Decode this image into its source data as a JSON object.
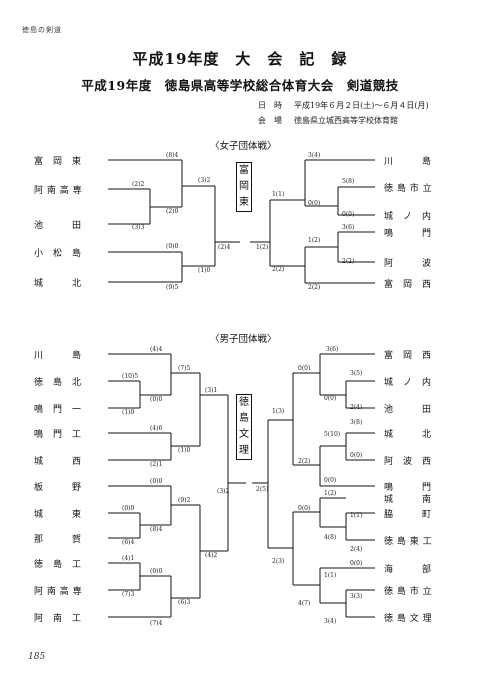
{
  "header_tag": "徳島の剣道",
  "title": "平成19年度　大　会　記　録",
  "subtitle": "平成19年度　徳島県高等学校総合体育大会　剣道競技",
  "date": {
    "label": "日　時",
    "value": "平成19年６月２日(土)～６月４日(月)"
  },
  "venue": {
    "label": "会　場",
    "value": "徳島県立城西高等学校体育館"
  },
  "women": {
    "heading": "〈女子団体戦〉",
    "champion": [
      "富",
      "岡",
      "東"
    ],
    "left_teams": [
      "富　岡　東",
      "阿 南 高 専",
      "池　　　田",
      "小　松　島",
      "城　　　北"
    ],
    "right_teams": [
      "川　　　島",
      "徳 島 市 立",
      "城　ノ　内",
      "鳴　　　門",
      "阿　　　波",
      "富　岡　西"
    ],
    "scores": {
      "s1": "(8)4",
      "s2": "(2)2",
      "s3": "(2)0",
      "s4": "(3)3",
      "s5": "(3)2",
      "s6": "(0)0",
      "s7": "(1)0",
      "s8": "(9)5",
      "s9": "(2)4",
      "s10": "1(2)",
      "s11": "3(4)",
      "s12": "1(1)",
      "s13": "5(8)",
      "s14": "0(0)",
      "s15": "0(0)",
      "s16": "3(6)",
      "s17": "1(2)",
      "s18": "2(2)",
      "s19": "2(2)",
      "s20": "2(2)"
    }
  },
  "men": {
    "heading": "〈男子団体戦〉",
    "champion": [
      "徳",
      "島",
      "文",
      "理"
    ],
    "left_teams": [
      "川　　　島",
      "徳　島　北",
      "鳴　門　一",
      "鳴　門　工",
      "城　　　西",
      "板　　　野",
      "城　　　東",
      "那　　　賀",
      "徳　島　工",
      "阿 南 高 専",
      "阿　南　工"
    ],
    "right_teams": [
      "富　岡　西",
      "城　ノ　内",
      "池　　　田",
      "城　　　北",
      "阿　波　西",
      "鳴　　　門",
      "城　　　南",
      "脇　　　町",
      "徳 島 東 工",
      "海　　　部",
      "徳 島 市 立",
      "徳 島 文 理"
    ],
    "scores": {
      "l1": "(4)4",
      "l2": "(10)5",
      "l3": "(0)0",
      "l4": "(1)0",
      "l5": "(7)5",
      "l6": "(4)6",
      "l7": "(1)0",
      "l8": "(2)1",
      "l9": "(3)1",
      "l10": "(0)0",
      "l11": "(0)0",
      "l12": "(9)2",
      "l13": "(8)4",
      "l14": "(6)4",
      "l15": "(3)2",
      "l16": "(4)1",
      "l17": "(0)0",
      "l18": "(7)3",
      "l19": "(6)3",
      "l20": "(4)2",
      "l21": "(7)4",
      "r1": "3(6)",
      "r2": "0(0)",
      "r3": "3(5)",
      "r4": "0(0)",
      "r5": "2(4)",
      "r6": "1(3)",
      "r7": "3(8)",
      "r8": "5(10)",
      "r9": "0(0)",
      "r10": "2(2)",
      "r11": "0(0)",
      "r12": "2(5)",
      "r13": "1(2)",
      "r14": "0(0)",
      "r15": "1(1)",
      "r16": "4(8)",
      "r17": "2(4)",
      "r18": "0(0)",
      "r19": "2(3)",
      "r20": "1(1)",
      "r21": "3(3)",
      "r22": "4(7)",
      "r23": "3(4)"
    }
  },
  "page_number": "185"
}
